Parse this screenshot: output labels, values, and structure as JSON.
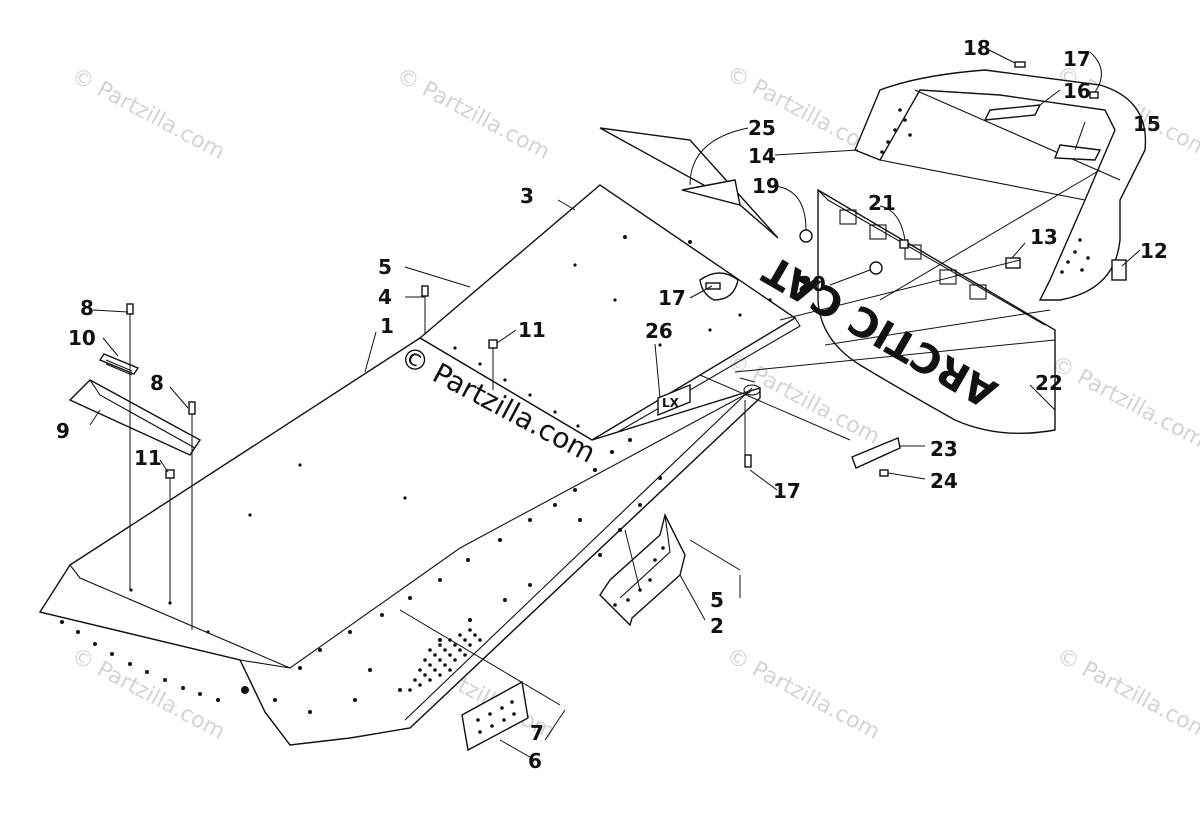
{
  "watermarks": {
    "main": "© Partzilla.com",
    "tile": "© Partzilla.com"
  },
  "brand_plate_text": "ARCTIC CAT",
  "emblem_text": "LX",
  "callouts": [
    "1",
    "2",
    "3",
    "4",
    "5",
    "5",
    "6",
    "7",
    "8",
    "8",
    "9",
    "10",
    "11",
    "11",
    "12",
    "13",
    "14",
    "15",
    "16",
    "17",
    "17",
    "17",
    "17",
    "18",
    "19",
    "20",
    "21",
    "22",
    "23",
    "24",
    "25",
    "26"
  ],
  "colors": {
    "ink": "#111111",
    "watermark": "#d4d4d4",
    "background": "#ffffff"
  }
}
